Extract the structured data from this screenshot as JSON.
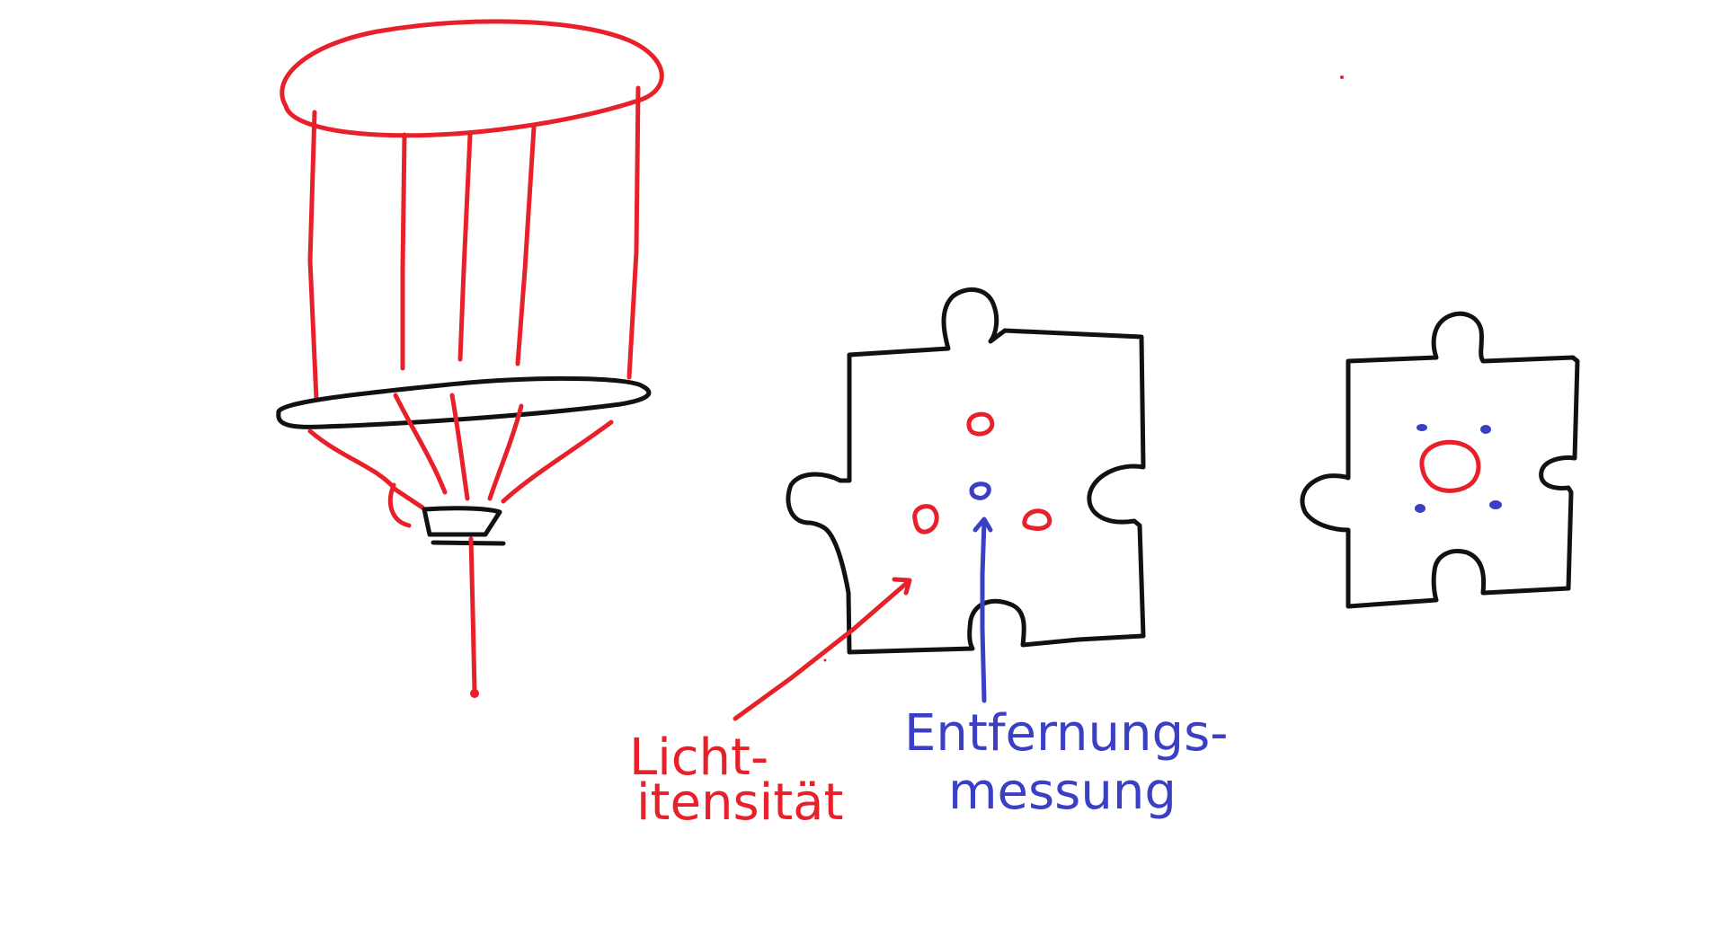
{
  "labels": {
    "light_line1": "Licht-",
    "light_line2": "itensität",
    "distance_line1": "Entfernungs-",
    "distance_line2": "messung"
  },
  "colors": {
    "red": "#e8202a",
    "blue": "#3a3fc4",
    "black": "#111111"
  }
}
